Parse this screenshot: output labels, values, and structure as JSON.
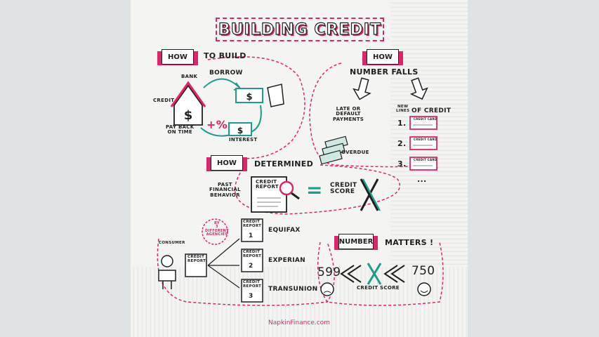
{
  "title": "BUILDING CREDIT",
  "sections": {
    "how_build": {
      "badge": "HOW",
      "label": "TO BUILD"
    },
    "how_falls": {
      "badge": "HOW",
      "label": "NUMBER FALLS"
    },
    "how_determined": {
      "badge": "HOW",
      "label": "DETERMINED"
    },
    "number_matters": {
      "badge": "NUMBER",
      "label": "MATTERS !"
    }
  },
  "cycle": {
    "bank": "BANK",
    "borrow": "BORROW",
    "credit": "CREDIT",
    "pay_back": "PAY BACK\nON TIME",
    "interest": "INTEREST",
    "percent": "+%"
  },
  "falls": {
    "late": "LATE OR\nDEFAULT\nPAYMENTS",
    "overdue": "OVERDUE",
    "new_lines": "NEW\nLINES",
    "of_credit": "OF CREDIT",
    "items": [
      "1.",
      "2.",
      "3.",
      "..."
    ],
    "card_label": "CREDIT CARD"
  },
  "determined": {
    "past": "PAST\nFINANCIAL\nBEHAVIOR",
    "report": "CREDIT\nREPORT",
    "equals": "=",
    "score": "CREDIT\nSCORE",
    "x": "X"
  },
  "agencies": {
    "by": "BY\n3\nDIFFERENT\nAGENCIES",
    "consumer": "CONSUMER",
    "report": "CREDIT\nREPORT",
    "list": [
      {
        "num": "1",
        "name": "EQUIFAX"
      },
      {
        "num": "2",
        "name": "EXPERIAN"
      },
      {
        "num": "3",
        "name": "TRANSUNION"
      }
    ]
  },
  "scale": {
    "low": "599",
    "high": "750",
    "x": "X",
    "label": "CREDIT SCORE"
  },
  "footer": "NapkinFinance.com",
  "colors": {
    "accent": "#e0246b",
    "teal": "#1c9c8c",
    "ink": "#1f1f1f"
  }
}
